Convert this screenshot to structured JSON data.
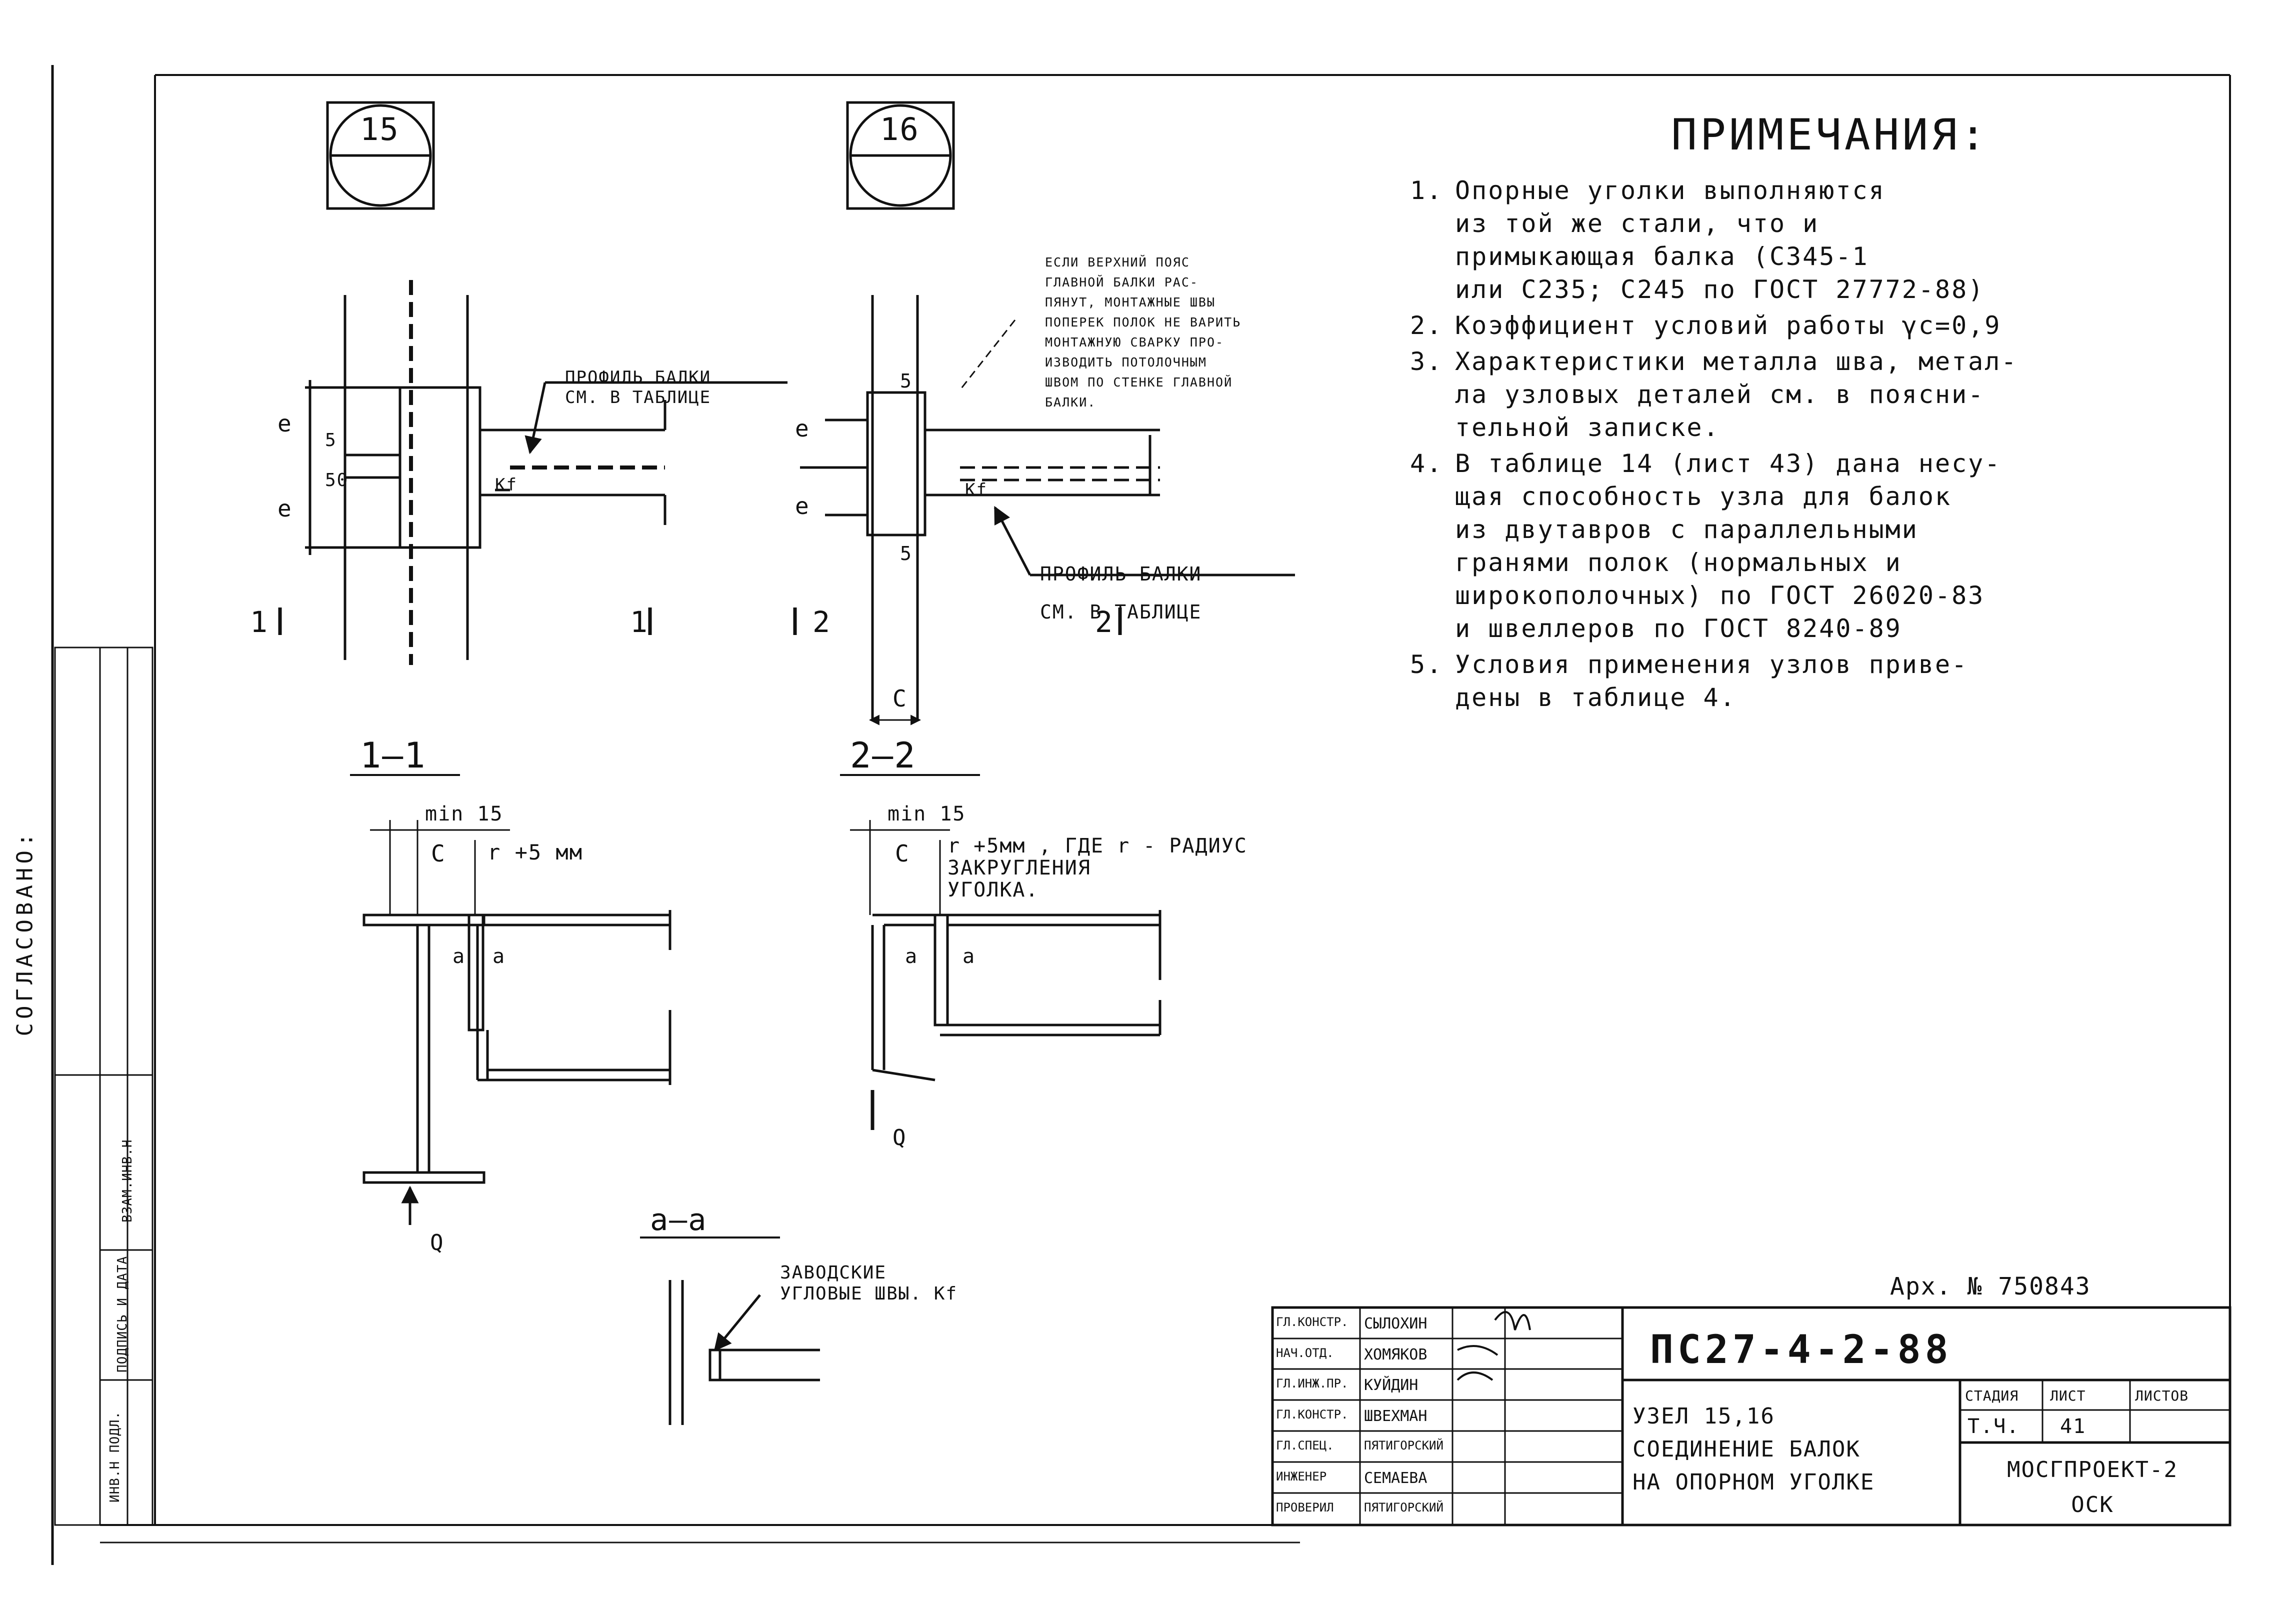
{
  "details": {
    "left_marker": "15",
    "right_marker": "16"
  },
  "section_labels": {
    "s11": "1—1",
    "s22": "2—2",
    "aa": "a—a",
    "cut1_left": "1",
    "cut1_right": "1",
    "cut2_left": "2",
    "cut2_right": "2"
  },
  "annotations": {
    "profile_beam_1": "ПРОФИЛЬ БАЛКИ\nСМ. В ТАБЛИЦЕ",
    "profile_beam_2": "ПРОФИЛЬ  БАЛКИ\nСМ.  В  ТАБЛИЦЕ",
    "top_flange_note": "ЕСЛИ ВЕРХНИЙ ПОЯС\nГЛАВНОЙ БАЛКИ РАС-\nПЯНУТ, МОНТАЖНЫЕ ШВЫ\nПОПЕРЕК ПОЛОК НЕ ВАРИТЬ\nМОНТАЖНУЮ СВАРКУ ПРО-\nИЗВОДИТЬ ПОТОЛОЧНЫМ\nШВОМ ПО СТЕНКЕ ГЛАВНОЙ\nБАЛКИ.",
    "min15_a": "min 15",
    "min15_b": "min 15",
    "r5_a": "r +5 мм",
    "r5_b": "r +5мм , ГДЕ r - РАДИУС\nЗАКРУГЛЕНИЯ\nУГОЛКА.",
    "c_a": "C",
    "c_b": "C",
    "c_c": "C",
    "q_a": "Q",
    "q_b": "Q",
    "a_a1": "a",
    "a_a2": "a",
    "a_b1": "a",
    "a_b2": "a",
    "e1": "e",
    "e2": "e",
    "e3": "e",
    "e4": "e",
    "dim5a": "5",
    "dim5b": "5",
    "dim5c": "5",
    "dim50": "50",
    "kf_a": "Kf",
    "kf_b": "Kf",
    "factory_welds": "ЗАВОДСКИЕ\nУГЛОВЫЕ ШВЫ. Kf"
  },
  "notes": {
    "title": "ПРИМЕЧАНИЯ:",
    "items": [
      {
        "n": "1.",
        "text": "Опорные уголки выполняются\nиз той же стали, что и\nпримыкающая балка (С345-1\nили С235; С245 по ГОСТ 27772-88)"
      },
      {
        "n": "2.",
        "text": "Коэффициент условий работы γc=0,9"
      },
      {
        "n": "3.",
        "text": "Характеристики металла шва, метал-\nла узловых деталей см. в поясни-\nтельной записке."
      },
      {
        "n": "4.",
        "text": "В таблице 14 (лист 43) дана несу-\nщая способность узла для балок\nиз двутавров с параллельными\nгранями полок (нормальных и\nширокополочных) по ГОСТ 26020-83\nи швеллеров по ГОСТ 8240-89"
      },
      {
        "n": "5.",
        "text": "Условия применения узлов приве-\nдены в таблице 4."
      }
    ]
  },
  "side_stamp": {
    "agreed": "СОГЛАСОВАНО:",
    "inv_no": "ИНВ.Н ПОДЛ.",
    "signature_date": "ПОДПИСЬ И ДАТА",
    "replace_inv": "ВЗАМ.ИНВ.Н"
  },
  "title_block": {
    "archive": "Арх. № 750843",
    "doc_code": "ПС27-4-2-88",
    "roles": [
      "ГЛ.КОНСТР.",
      "НАЧ.ОТД.",
      "ГЛ.ИНЖ.ПР.",
      "ГЛ.КОНСТР.",
      "ГЛ.СПЕЦ.",
      "ИНЖЕНЕР",
      "ПРОВЕРИЛ"
    ],
    "names": [
      "СЫЛОХИН",
      "ХОМЯКОВ",
      "КУЙДИН",
      "ШВЕХМАН",
      "ПЯТИГОРСКИЙ",
      "СЕМАЕВА",
      "ПЯТИГОРСКИЙ"
    ],
    "title": "УЗЕЛ 15,16\nСОЕДИНЕНИЕ БАЛОК\nНА ОПОРНОМ УГОЛКЕ",
    "stage_label": "СТАДИЯ",
    "sheet_label": "ЛИСТ",
    "sheets_label": "ЛИСТОВ",
    "stage": "Т.Ч.",
    "sheet": "41",
    "org": "МОСГПРОЕКТ-2\nОСК"
  }
}
